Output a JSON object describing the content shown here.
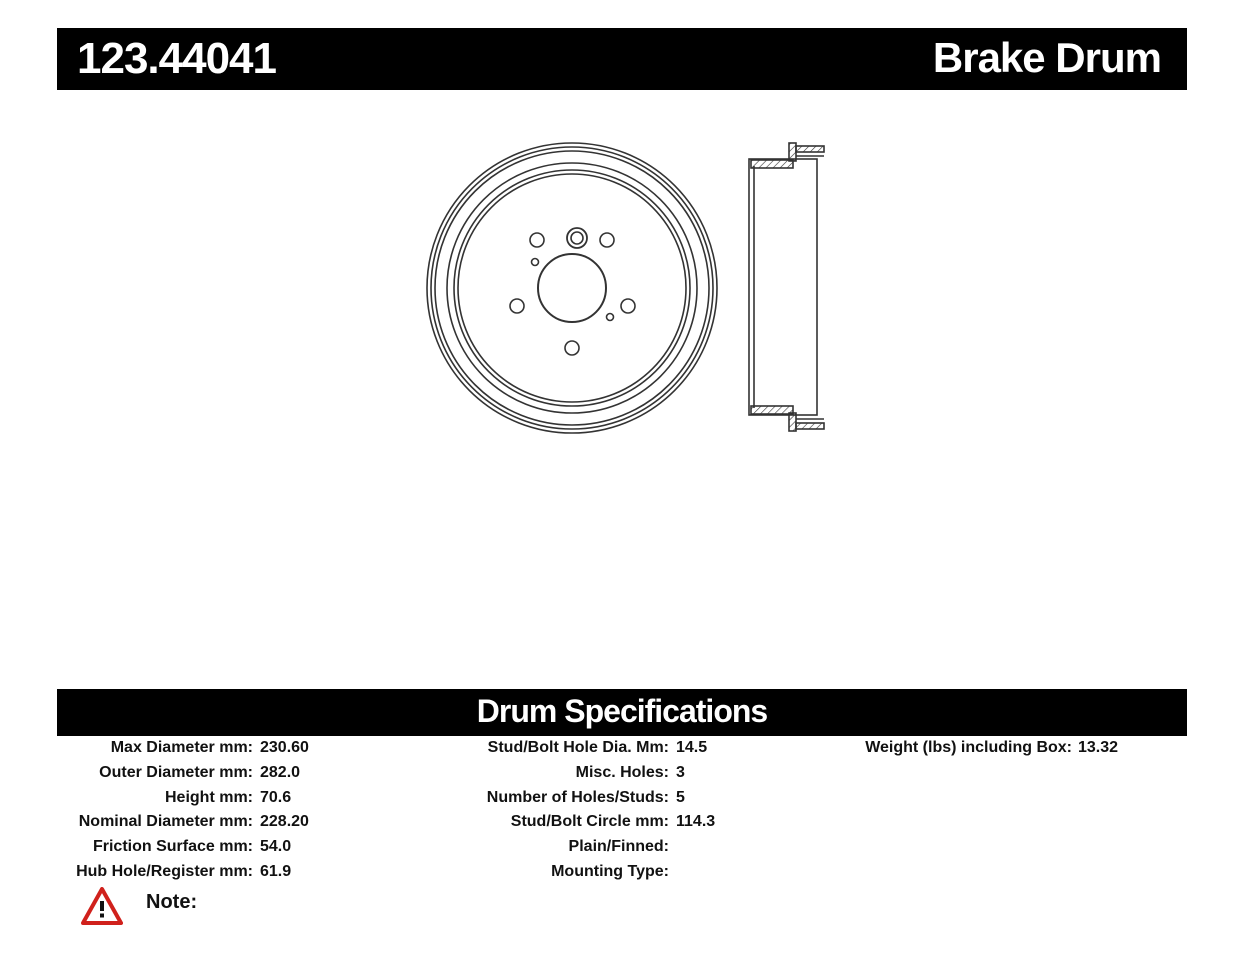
{
  "header": {
    "part_number": "123.44041",
    "title": "Brake Drum"
  },
  "drawing": {
    "front_view_icon": "brake-drum-front-icon",
    "side_view_icon": "brake-drum-side-icon"
  },
  "specs": {
    "title": "Drum Specifications",
    "left": [
      {
        "label": "Max Diameter mm:",
        "value": "230.60"
      },
      {
        "label": "Outer Diameter mm:",
        "value": "282.0"
      },
      {
        "label": "Height mm:",
        "value": "70.6"
      },
      {
        "label": "Nominal Diameter mm:",
        "value": "228.20"
      },
      {
        "label": "Friction Surface mm:",
        "value": "54.0"
      },
      {
        "label": "Hub Hole/Register mm:",
        "value": "61.9"
      }
    ],
    "middle": [
      {
        "label": "Stud/Bolt Hole Dia. Mm:",
        "value": "14.5"
      },
      {
        "label": "Misc. Holes:",
        "value": "3"
      },
      {
        "label": "Number of Holes/Studs:",
        "value": "5"
      },
      {
        "label": "Stud/Bolt Circle mm:",
        "value": "114.3"
      },
      {
        "label": "Plain/Finned:",
        "value": ""
      },
      {
        "label": "Mounting Type:",
        "value": ""
      }
    ],
    "right": [
      {
        "label": "Weight (lbs) including Box:",
        "value": "13.32"
      }
    ]
  },
  "note": {
    "icon": "warning-triangle-icon",
    "label": "Note:",
    "warning_color": "#d0211c"
  }
}
